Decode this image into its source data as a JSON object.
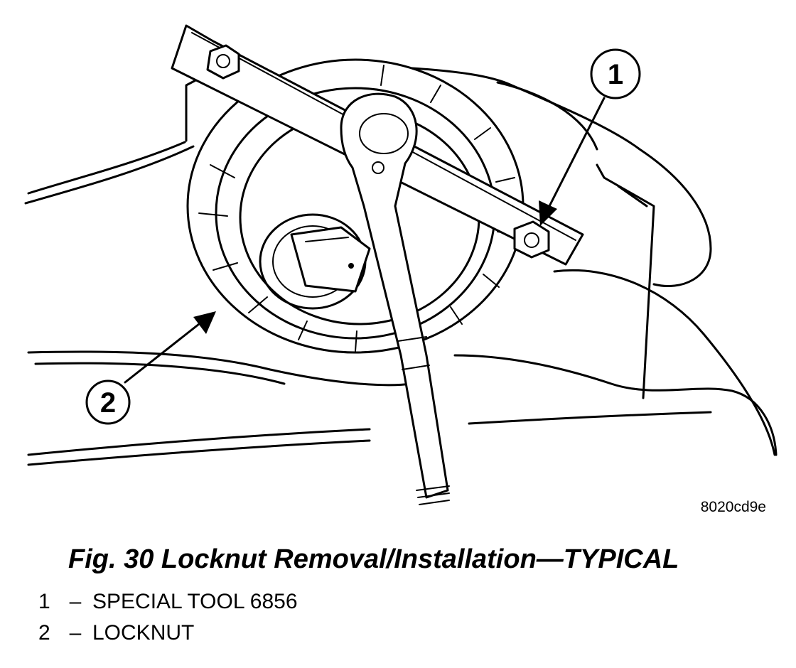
{
  "figure": {
    "caption": "Fig. 30 Locknut Removal/Installation—TYPICAL",
    "image_code": "8020cd9e",
    "callouts": [
      {
        "number": "1"
      },
      {
        "number": "2"
      }
    ]
  },
  "legend": [
    {
      "number": "1",
      "dash": "–",
      "label": "SPECIAL TOOL 6856"
    },
    {
      "number": "2",
      "dash": "–",
      "label": "LOCKNUT"
    }
  ]
}
